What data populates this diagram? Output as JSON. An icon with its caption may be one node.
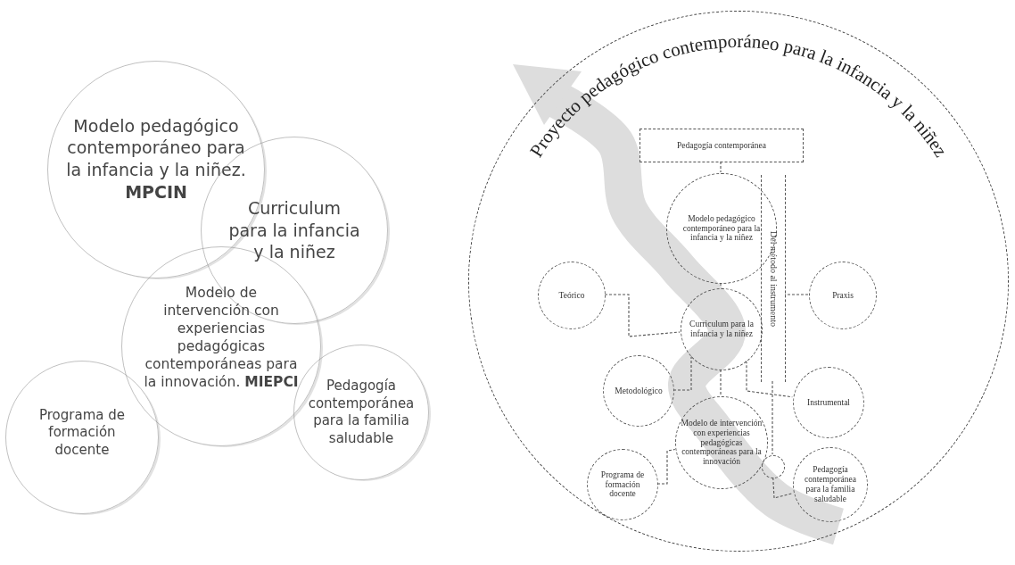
{
  "diagram": {
    "nodes": [
      {
        "text": [
          "Modelo pedagógico contemporáneo para la infancia y la niñez. **MPCIN**"
        ]
      },
      {
        "text": [
          "Curriculum para la infancia y la niñez"
        ]
      },
      {
        "text": [
          "Modelo de intervención con experiencias pedagógicas contemporáneas para la innovación. **MIEPCI**"
        ]
      },
      {
        "text": [
          "Pedagogía contemporánea para la familia saludable"
        ]
      },
      {
        "text": [
          "Programa de formación docente"
        ]
      },
      {
        "text": [
          "Proyecto pedagógico contemporáneo para la infancia y la niñez"
        ]
      },
      {
        "text": [
          "Pedagogía contemporánea"
        ],
        "in": 5
      },
      {
        "text": [
          "Modelo pedagógico contemporáneo para la infancia y la niñez"
        ],
        "in": 5
      },
      {
        "text": [
          "Teórico"
        ],
        "in": 5
      },
      {
        "text": [
          "Praxis"
        ],
        "in": 5
      },
      {
        "text": [
          "Curriculum para la infancia y la niñez"
        ],
        "in": 5
      },
      {
        "text": [
          "Metodológico"
        ],
        "in": 5
      },
      {
        "text": [
          "Instrumental"
        ],
        "in": 5
      },
      {
        "text": [
          "Modelo de intervención con experiencias pedagógicas contemporáneas para la innovación"
        ],
        "in": 5
      },
      {
        "text": [
          "Programa de formación docente"
        ],
        "in": 5
      },
      {
        "text": [
          "Pedagogía contemporánea para la familia saludable"
        ],
        "in": 5
      },
      {
        "text": [],
        "shape": "circle",
        "in": 5
      },
      {
        "text": [
          "Del método al instrumento"
        ],
        "in": 5
      }
    ],
    "edges": [
      {
        "from": 6,
        "to": 7,
        "arrow": "none"
      },
      {
        "from": 7,
        "to": 10,
        "arrow": "none"
      },
      {
        "from": 8,
        "to": 10,
        "arrow": "none"
      },
      {
        "from": 11,
        "to": 10,
        "arrow": "none"
      },
      {
        "from": 10,
        "to": 13,
        "arrow": "none"
      },
      {
        "from": 10,
        "to": 12,
        "arrow": "none"
      },
      {
        "from": 14,
        "to": 13,
        "arrow": "none"
      },
      {
        "from": 9,
        "to": 17,
        "arrow": "none"
      },
      {
        "from": 17,
        "to": 16,
        "arrow": "none"
      },
      {
        "from": 16,
        "to": 15,
        "arrow": "none"
      }
    ]
  }
}
